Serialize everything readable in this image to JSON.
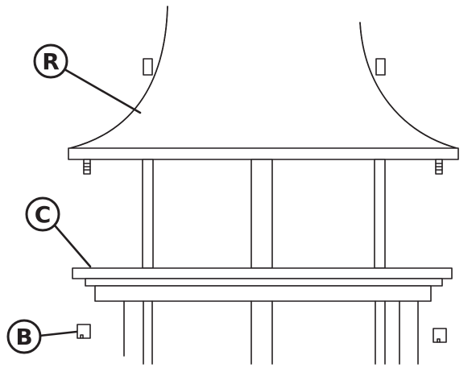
{
  "callouts": {
    "hood": {
      "letter": "R"
    },
    "shelf": {
      "letter": "C"
    },
    "bracket": {
      "letter": "B"
    }
  },
  "colors": {
    "line": "#231f20",
    "background": "#ffffff"
  }
}
